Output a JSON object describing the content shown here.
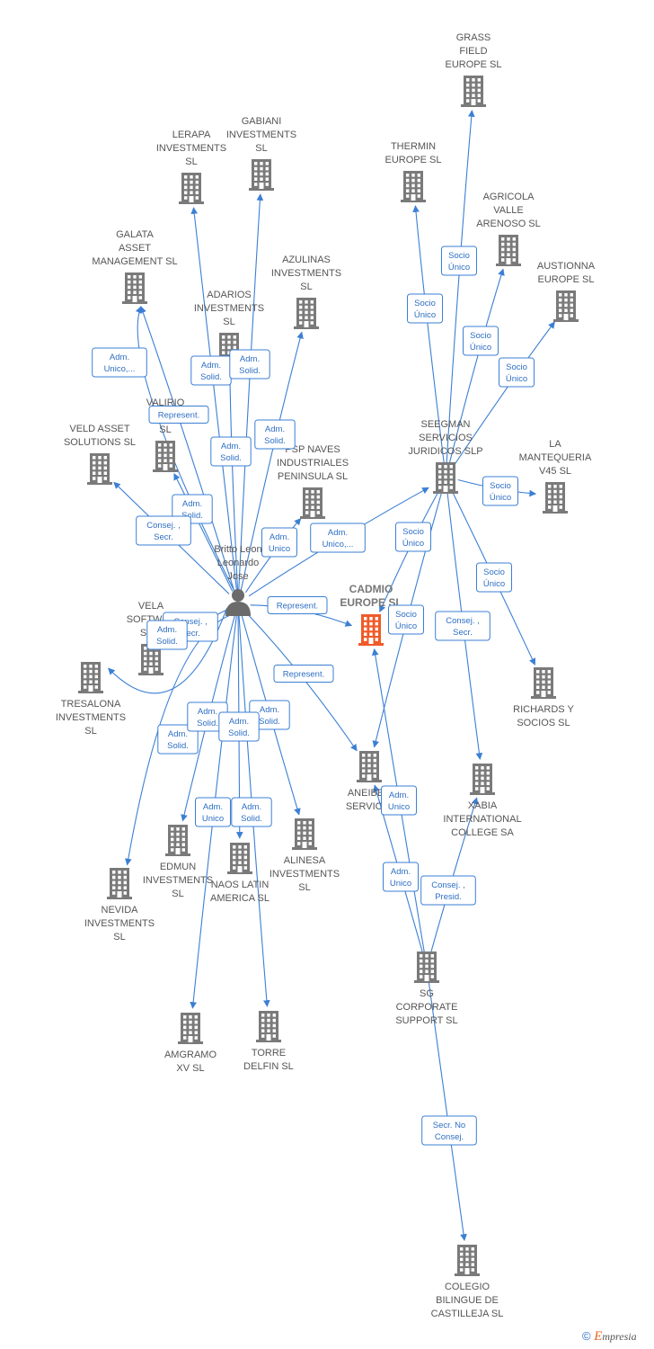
{
  "nodes": [
    {
      "id": "grass",
      "label": [
        "GRASS",
        "FIELD",
        "EUROPE  SL"
      ],
      "type": "company"
    },
    {
      "id": "thermin",
      "label": [
        "THERMIN",
        "EUROPE  SL"
      ],
      "type": "company"
    },
    {
      "id": "agricola",
      "label": [
        "AGRICOLA",
        "VALLE",
        "ARENOSO  SL"
      ],
      "type": "company"
    },
    {
      "id": "austionna",
      "label": [
        "AUSTIONNA",
        "EUROPE  SL"
      ],
      "type": "company"
    },
    {
      "id": "lerapa",
      "label": [
        "LERAPA",
        "INVESTMENTS",
        "SL"
      ],
      "type": "company"
    },
    {
      "id": "gabiani",
      "label": [
        "GABIANI",
        "INVESTMENTS",
        "SL"
      ],
      "type": "company"
    },
    {
      "id": "galata",
      "label": [
        "GALATA",
        "ASSET",
        "MANAGEMENT SL"
      ],
      "type": "company"
    },
    {
      "id": "azulinas",
      "label": [
        "AZULINAS",
        "INVESTMENTS",
        "SL"
      ],
      "type": "company"
    },
    {
      "id": "adarios",
      "label": [
        "ADARIOS",
        "INVESTMENTS",
        "SL"
      ],
      "type": "company"
    },
    {
      "id": "valirio",
      "label": [
        "VALIRIO",
        "INVE",
        "SL"
      ],
      "type": "company"
    },
    {
      "id": "veld",
      "label": [
        "VELD ASSET",
        "SOLUTIONS  SL"
      ],
      "type": "company"
    },
    {
      "id": "psp",
      "label": [
        "PSP NAVES",
        "INDUSTRIALES",
        "PENINSULA  SL"
      ],
      "type": "company"
    },
    {
      "id": "seegman",
      "label": [
        "SEEGMAN",
        "SERVICIOS",
        "JURIDICOS  SLP"
      ],
      "type": "company"
    },
    {
      "id": "mantequeria",
      "label": [
        "LA",
        "MANTEQUERIA",
        "V45  SL"
      ],
      "type": "company"
    },
    {
      "id": "person",
      "label": [
        "Britto Leon",
        "Leonardo",
        "Jose"
      ],
      "type": "person"
    },
    {
      "id": "cadmio",
      "label": [
        "CADMIO",
        "EUROPE  SL"
      ],
      "type": "focus"
    },
    {
      "id": "vela",
      "label": [
        "VELA",
        "SOFTWAR",
        "SPAI"
      ],
      "type": "company"
    },
    {
      "id": "tresalona",
      "label": [
        "TRESALONA",
        "INVESTMENTS",
        "SL"
      ],
      "type": "company"
    },
    {
      "id": "richards",
      "label": [
        "RICHARDS Y",
        "SOCIOS  SL"
      ],
      "type": "company"
    },
    {
      "id": "aneiber",
      "label": [
        "ANEIBER",
        "SERVICIO"
      ],
      "type": "company"
    },
    {
      "id": "xabia",
      "label": [
        "XABIA",
        "INTERNATIONAL",
        "COLLEGE SA"
      ],
      "type": "company"
    },
    {
      "id": "alinesa",
      "label": [
        "ALINESA",
        "INVESTMENTS",
        "SL"
      ],
      "type": "company"
    },
    {
      "id": "edmun",
      "label": [
        "EDMUN",
        "INVESTMENTS",
        "SL"
      ],
      "type": "company"
    },
    {
      "id": "naos",
      "label": [
        "NAOS LATIN",
        "AMERICA  SL"
      ],
      "type": "company"
    },
    {
      "id": "nevida",
      "label": [
        "NEVIDA",
        "INVESTMENTS",
        "SL"
      ],
      "type": "company"
    },
    {
      "id": "sg",
      "label": [
        "SG",
        "CORPORATE",
        "SUPPORT  SL"
      ],
      "type": "company"
    },
    {
      "id": "amgramo",
      "label": [
        "AMGRAMO",
        "XV  SL"
      ],
      "type": "company"
    },
    {
      "id": "torre",
      "label": [
        "TORRE",
        "DELFIN  SL"
      ],
      "type": "company"
    },
    {
      "id": "colegio",
      "label": [
        "COLEGIO",
        "BILINGUE DE",
        "CASTILLEJA SL"
      ],
      "type": "company"
    }
  ],
  "edges": [
    {
      "from": "seegman",
      "to": "grass",
      "label": [
        "Socio",
        "Único"
      ]
    },
    {
      "from": "seegman",
      "to": "thermin",
      "label": [
        "Socio",
        "Único"
      ]
    },
    {
      "from": "seegman",
      "to": "agricola",
      "label": [
        "Socio",
        "Único"
      ]
    },
    {
      "from": "seegman",
      "to": "austionna",
      "label": [
        "Socio",
        "Único"
      ]
    },
    {
      "from": "seegman",
      "to": "mantequeria",
      "label": [
        "Socio",
        "Único"
      ]
    },
    {
      "from": "seegman",
      "to": "richards",
      "label": [
        "Socio",
        "Único"
      ]
    },
    {
      "from": "seegman",
      "to": "cadmio",
      "label": [
        "Socio",
        "Único"
      ]
    },
    {
      "from": "seegman",
      "to": "aneiber",
      "label": [
        "Socio",
        "Único"
      ]
    },
    {
      "from": "seegman",
      "to": "xabia",
      "label": [
        "Consej. ,",
        "Secr."
      ]
    },
    {
      "from": "person",
      "to": "lerapa",
      "label": [
        "Adm.",
        "Solid."
      ]
    },
    {
      "from": "person",
      "to": "gabiani",
      "label": [
        "Adm.",
        "Solid."
      ]
    },
    {
      "from": "person",
      "to": "galata",
      "label": [
        "Adm.",
        "Unico,..."
      ]
    },
    {
      "from": "person",
      "to": "azulinas",
      "label": [
        "Adm.",
        "Solid."
      ]
    },
    {
      "from": "person",
      "to": "adarios",
      "label": [
        "Adm.",
        "Solid."
      ]
    },
    {
      "from": "person",
      "to": "valirio",
      "label": [
        "Adm.",
        "Solid."
      ]
    },
    {
      "from": "person",
      "to": "veld",
      "label": [
        "Consej. ,",
        "Secr."
      ]
    },
    {
      "from": "person",
      "to": "psp",
      "label": [
        "Adm.",
        "Unico"
      ]
    },
    {
      "from": "person",
      "to": "seegman",
      "label": [
        "Adm.",
        "Unico,..."
      ]
    },
    {
      "from": "person",
      "to": "cadmio",
      "label": [
        "Represent."
      ]
    },
    {
      "from": "person",
      "to": "galata",
      "label": [
        "Represent."
      ]
    },
    {
      "from": "person",
      "to": "vela",
      "label": [
        "Consej. ,",
        "Secr."
      ]
    },
    {
      "from": "person",
      "to": "tresalona",
      "label": [
        "Adm.",
        "Solid."
      ]
    },
    {
      "from": "person",
      "to": "aneiber",
      "label": [
        "Represent."
      ]
    },
    {
      "from": "person",
      "to": "alinesa",
      "label": [
        "Adm.",
        "Solid."
      ]
    },
    {
      "from": "person",
      "to": "edmun",
      "label": [
        "Adm.",
        "Solid."
      ]
    },
    {
      "from": "person",
      "to": "naos",
      "label": [
        "Adm.",
        "Solid."
      ]
    },
    {
      "from": "person",
      "to": "nevida",
      "label": [
        "Adm.",
        "Solid."
      ]
    },
    {
      "from": "person",
      "to": "amgramo",
      "label": [
        "Adm.",
        "Unico"
      ]
    },
    {
      "from": "person",
      "to": "torre",
      "label": [
        "Adm.",
        "Solid."
      ]
    },
    {
      "from": "sg",
      "to": "cadmio",
      "label": [
        "Adm.",
        "Unico"
      ]
    },
    {
      "from": "sg",
      "to": "aneiber",
      "label": [
        "Adm.",
        "Unico"
      ]
    },
    {
      "from": "sg",
      "to": "xabia",
      "label": [
        "Consej. ,",
        "Presid."
      ]
    },
    {
      "from": "sg",
      "to": "colegio",
      "label": [
        "Secr.  No",
        "Consej."
      ]
    }
  ],
  "footer": {
    "symbol": "©",
    "brand_initial": "E",
    "brand_rest": "mpresia"
  },
  "colors": {
    "edge": "#3b7fd4",
    "building": "#7a7a7a",
    "focus": "#f05a28",
    "person": "#6b6b6b"
  }
}
